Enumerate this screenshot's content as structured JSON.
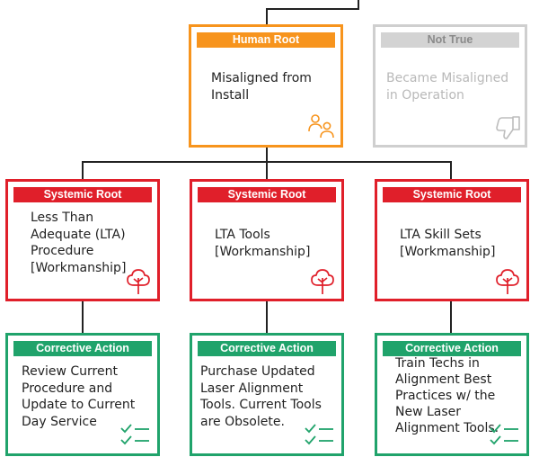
{
  "colors": {
    "human": "#F7941D",
    "not_true": "#D3D3D3",
    "systemic": "#E01F2A",
    "corrective": "#20A36B",
    "connector": "#222222"
  },
  "human_root": {
    "header": "Human Root",
    "text": "Misaligned from\nInstall",
    "icon": "people-icon"
  },
  "not_true": {
    "header": "Not True",
    "text": "Became Misaligned\nin Operation",
    "icon": "thumbs-down-icon"
  },
  "systemic": [
    {
      "header": "Systemic Root",
      "text": "Less Than\nAdequate (LTA)\nProcedure\n[Workmanship]",
      "icon": "tree-icon"
    },
    {
      "header": "Systemic Root",
      "text": "LTA Tools\n[Workmanship]",
      "icon": "tree-icon"
    },
    {
      "header": "Systemic Root",
      "text": "LTA Skill Sets\n[Workmanship]",
      "icon": "tree-icon"
    }
  ],
  "corrective": [
    {
      "header": "Corrective Action",
      "text": "Review Current\nProcedure and\nUpdate to Current\nDay Service",
      "icon": "checklist-icon"
    },
    {
      "header": "Corrective Action",
      "text": "Purchase Updated\nLaser Alignment\nTools. Current Tools\nare Obsolete.",
      "icon": "checklist-icon"
    },
    {
      "header": "Corrective Action",
      "text": "Train Techs in\nAlignment Best\nPractices w/ the\nNew Laser\nAlignment Tools.",
      "icon": "checklist-icon"
    }
  ]
}
